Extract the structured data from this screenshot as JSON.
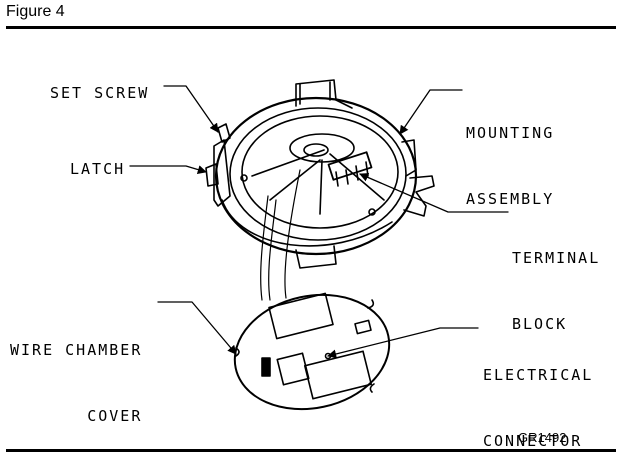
{
  "figure": {
    "title": "Figure 4",
    "code": "GR1492"
  },
  "labels": {
    "set_screw": "SET SCREW",
    "latch": "LATCH",
    "mounting_assembly": [
      "MOUNTING",
      "ASSEMBLY"
    ],
    "terminal_block": [
      "TERMINAL",
      "BLOCK"
    ],
    "wire_chamber_cover": [
      "WIRE CHAMBER",
      "COVER"
    ],
    "electrical_connector": [
      "ELECTRICAL",
      "CONNECTOR"
    ]
  }
}
